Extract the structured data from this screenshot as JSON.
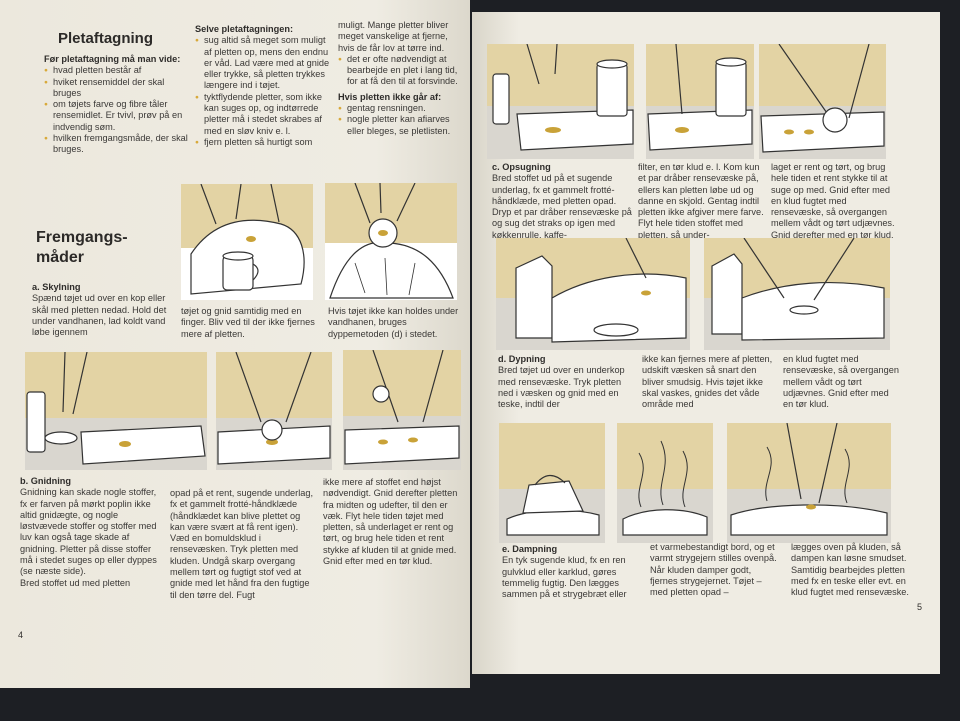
{
  "left": {
    "title": "Pletaftagning",
    "intro": {
      "heading": "Før pletaftagning må man vide:",
      "items": [
        "hvad pletten består af",
        "hviket rensemiddel der skal bruges",
        "om tøjets farve og fibre tåler rensemidlet. Er tvivl, prøv på en indvendig søm.",
        "hvilken fremgangsmåde, der skal bruges."
      ]
    },
    "selve": {
      "heading": "Selve pletaftagningen:",
      "items": [
        "sug altid så meget som muligt af pletten op, mens den endnu er våd. Lad være med at gnide eller trykke, så pletten trykkes længere ind i tøjet.",
        "tyktflydende pletter, som ikke kan suges op, og indtørrede pletter må i stedet skrabes af med en sløv kniv e. l.",
        "fjern pletten så hurtigt som"
      ]
    },
    "col3": {
      "lead": "muligt. Mange pletter bliver meget vanskelige at fjerne, hvis de får lov at tørre ind.",
      "items": [
        "det er ofte nødvendigt at bearbejde en plet i lang tid, for at få den til at forsvinde."
      ],
      "heading2": "Hvis pletten ikke går af:",
      "items2": [
        "gentag rensningen.",
        "nogle pletter kan afiarves eller bleges, se pletlisten."
      ]
    },
    "methods_title_1": "Fremgangs-",
    "methods_title_2": "måder",
    "skylning": {
      "caption": "a. Skylning",
      "text1": "Spænd tøjet ud over en kop eller skål med pletten nedad. Hold det under vandhanen, lad koldt vand løbe igennem",
      "text2": "tøjet og gnid samtidig med en finger. Bliv ved til der ikke fjernes mere af pletten.",
      "text3": "Hvis tøjet ikke kan holdes under vandhanen, bruges dyppemetoden (d) i stedet."
    },
    "gnidning": {
      "caption": "b. Gnidning",
      "text1": "Gnidning kan skade nogle stoffer, fx er farven på mørkt poplin ikke altid gnidægte, og nogle løstvævede stoffer og stoffer med luv kan også tage skade af gnidning. Pletter på disse stoffer må i stedet suges op eller dyppes (se næste side).",
      "text1b": "Bred stoffet ud med pletten",
      "text2": "opad på et rent, sugende underlag, fx et gammelt frotté-håndklæde (håndklædet kan blive plettet og kan være svært at få rent igen). Væd en bomuldsklud i rensevæsken. Tryk pletten med kluden. Undgå skarp overgang mellem tørt og fugtigt stof ved at gnide med let hånd fra den fugtige til den tørre del. Fugt",
      "text3": "ikke mere af stoffet end højst nødvendigt. Gnid derefter pletten fra midten og udefter, til den er væk. Flyt hele tiden tøjet med pletten, så underlaget er rent og tørt, og brug hele tiden et rent stykke af kluden til at gnide med. Gnid efter med en tør klud."
    },
    "page_number": "4"
  },
  "right": {
    "opsugning": {
      "caption": "c. Opsugning",
      "text1": "Bred stoffet ud på et sugende underlag, fx et gammelt frotté-håndklæde, med pletten opad. Dryp et par dråber rensevæske på og sug det straks op igen med køkkenrulle, kaffe-",
      "text2": "filter, en tør klud e. l. Kom kun et par dråber rensevæske på, ellers kan pletten løbe ud og danne en skjold. Gentag indtil pletten ikke afgiver mere farve. Flyt hele tiden stoffet med pletten, så under-",
      "text3": "laget er rent og tørt, og brug hele tiden et rent stykke til at suge op med. Gnid efter med en klud fugtet med rensevæske, så overgangen mellem vådt og tørt udjævnes. Gnid derefter med en tør klud."
    },
    "dypning": {
      "caption": "d. Dypning",
      "text1": "Bred tøjet ud over en underkop med rensevæske. Tryk pletten ned i væsken og gnid med en teske, indtil der",
      "text2": "ikke kan fjernes mere af pletten, udskift væsken så snart den bliver smudsig. Hvis tøjet ikke skal vaskes, gnides det våde område med",
      "text3": "en klud fugtet med rensevæske, så overgangen mellem vådt og tørt udjævnes. Gnid efter med en tør klud."
    },
    "dampning": {
      "caption": "e. Dampning",
      "text1": "En tyk sugende klud, fx en ren gulvklud eller karklud, gøres temmelig fugtig. Den lægges sammen på et strygebræt eller",
      "text2": "et varmebestandigt bord, og et varmt strygejern stilles ovenpå. Når kluden damper godt, fjernes strygejernet. Tøjet – med pletten opad –",
      "text3": "lægges oven på kluden, så dampen kan løsne smudset. Samtidig bearbejdes pletten med fx en teske eller evt. en klud fugtet med rensevæske."
    },
    "page_number": "5"
  },
  "colors": {
    "illustration_tan": "#e3d3a4",
    "stain_yellow": "#c9a238",
    "bullet_yellow": "#d8a93a",
    "paper": "#efece3"
  }
}
